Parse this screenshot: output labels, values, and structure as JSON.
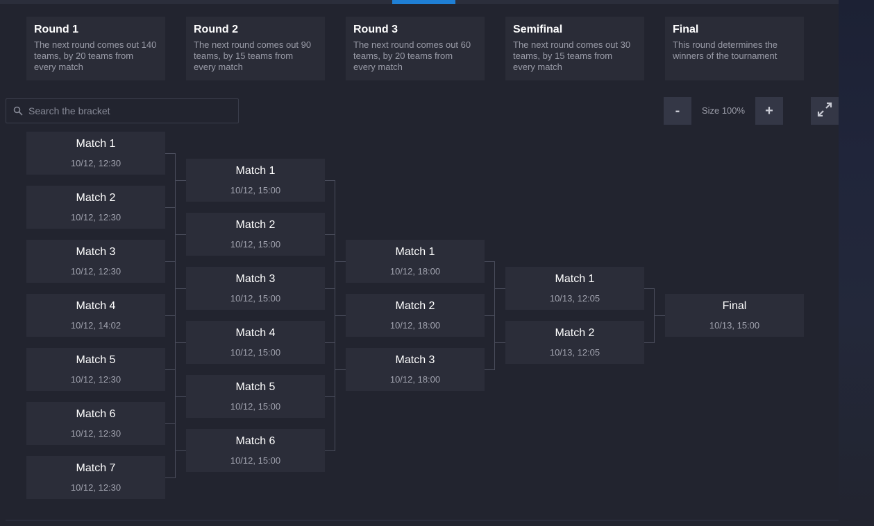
{
  "rounds": [
    {
      "title": "Round 1",
      "desc": "The next round comes out 140 teams, by 20 teams from every match"
    },
    {
      "title": "Round 2",
      "desc": "The next round comes out 90 teams, by 15 teams from every match"
    },
    {
      "title": "Round 3",
      "desc": "The next round comes out 60 teams, by 20 teams from every match"
    },
    {
      "title": "Semifinal",
      "desc": "The next round comes out 30 teams, by 15 teams from every match"
    },
    {
      "title": "Final",
      "desc": "This round determines the winners of the tournament"
    }
  ],
  "search": {
    "placeholder": "Search the bracket",
    "value": ""
  },
  "zoom": {
    "minus_label": "-",
    "plus_label": "+",
    "size_label": "Size 100%"
  },
  "icons": {
    "search": "search-icon",
    "fullscreen": "expand-icon"
  },
  "colors": {
    "accent": "#1f7fd4",
    "background": "#22242f",
    "card": "#2b2d39"
  },
  "bracket": {
    "round1": [
      {
        "name": "Match 1",
        "time": "10/12, 12:30"
      },
      {
        "name": "Match 2",
        "time": "10/12, 12:30"
      },
      {
        "name": "Match 3",
        "time": "10/12, 12:30"
      },
      {
        "name": "Match 4",
        "time": "10/12, 14:02"
      },
      {
        "name": "Match 5",
        "time": "10/12, 12:30"
      },
      {
        "name": "Match 6",
        "time": "10/12, 12:30"
      },
      {
        "name": "Match 7",
        "time": "10/12, 12:30"
      }
    ],
    "round2": [
      {
        "name": "Match 1",
        "time": "10/12, 15:00"
      },
      {
        "name": "Match 2",
        "time": "10/12, 15:00"
      },
      {
        "name": "Match 3",
        "time": "10/12, 15:00"
      },
      {
        "name": "Match 4",
        "time": "10/12, 15:00"
      },
      {
        "name": "Match 5",
        "time": "10/12, 15:00"
      },
      {
        "name": "Match 6",
        "time": "10/12, 15:00"
      }
    ],
    "round3": [
      {
        "name": "Match 1",
        "time": "10/12, 18:00"
      },
      {
        "name": "Match 2",
        "time": "10/12, 18:00"
      },
      {
        "name": "Match 3",
        "time": "10/12, 18:00"
      }
    ],
    "semifinal": [
      {
        "name": "Match 1",
        "time": "10/13, 12:05"
      },
      {
        "name": "Match 2",
        "time": "10/13, 12:05"
      }
    ],
    "final": [
      {
        "name": "Final",
        "time": "10/13, 15:00"
      }
    ]
  }
}
